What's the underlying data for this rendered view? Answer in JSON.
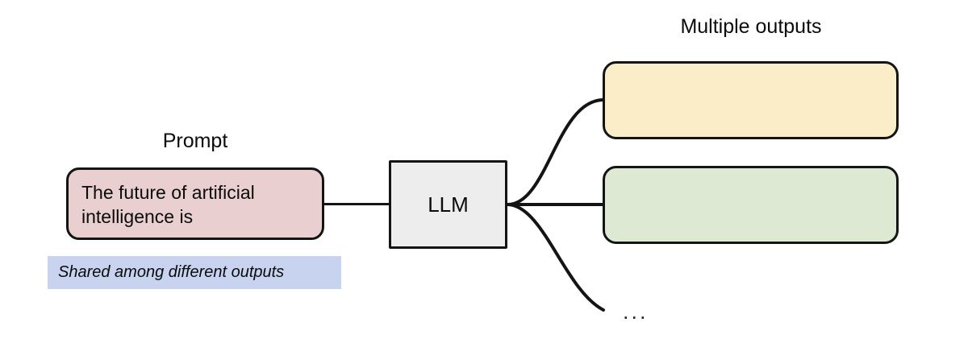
{
  "diagram": {
    "title_right": "Multiple outputs",
    "prompt": {
      "label": "Prompt",
      "text": "The future of artificial intelligence is",
      "fill_color": "#e9cfcf",
      "stroke_color": "#141414"
    },
    "model": {
      "label": "LLM",
      "fill_color": "#ededed",
      "stroke_color": "#141414"
    },
    "outputs": [
      {
        "name": "output-1",
        "text": "",
        "fill_color": "#faedc7",
        "stroke_color": "#141414"
      },
      {
        "name": "output-2",
        "text": "",
        "fill_color": "#dee9d4",
        "stroke_color": "#141414"
      }
    ],
    "more_outputs_indicator": "...",
    "annotation": {
      "text": "Shared among different outputs",
      "highlight_color": "#c8d3f0"
    },
    "background_color": "#ffffff",
    "edge_color": "#141414"
  }
}
